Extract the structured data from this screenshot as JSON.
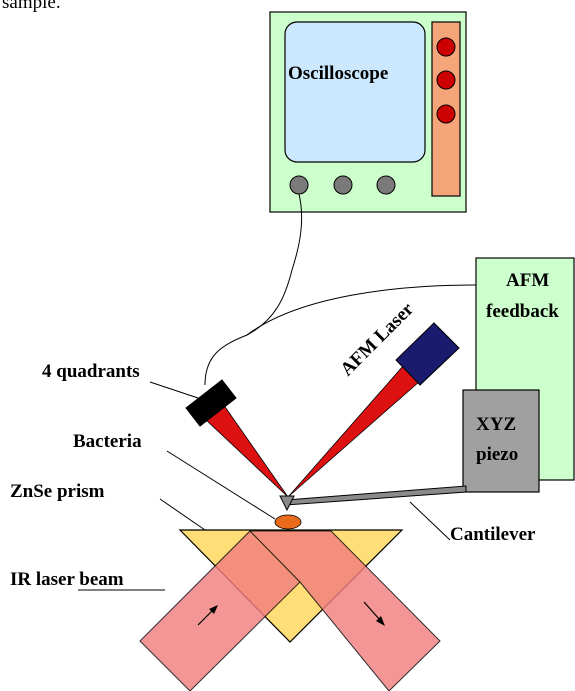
{
  "caption_fragment": "sample.",
  "labels": {
    "oscilloscope": "Oscilloscope",
    "afm_feedback_line1": "AFM",
    "afm_feedback_line2": "feedback",
    "afm_laser": "AFM Laser",
    "four_quadrants": "4 quadrants",
    "bacteria": "Bacteria",
    "xyz_piezo_line1": "XYZ",
    "xyz_piezo_line2": "piezo",
    "znse_prism": "ZnSe prism",
    "cantilever": "Cantilever",
    "ir_laser_beam": "IR laser beam"
  },
  "colors": {
    "oscilloscope_body": "#ccffcc",
    "oscilloscope_screen": "#cce8ff",
    "oscilloscope_panel": "#f4a57a",
    "knob_red": "#cc0000",
    "knob_grey": "#7a7a7a",
    "afm_feedback_box": "#ccffcc",
    "piezo_box": "#a0a0a0",
    "laser_body": "#1a1a6e",
    "laser_beam": "#dd1111",
    "detector": "#000000",
    "prism": "#ffdd77",
    "ir_beam": "#f27f7f",
    "bacteria": "#e86a1a",
    "cantilever": "#8a8a8a"
  }
}
